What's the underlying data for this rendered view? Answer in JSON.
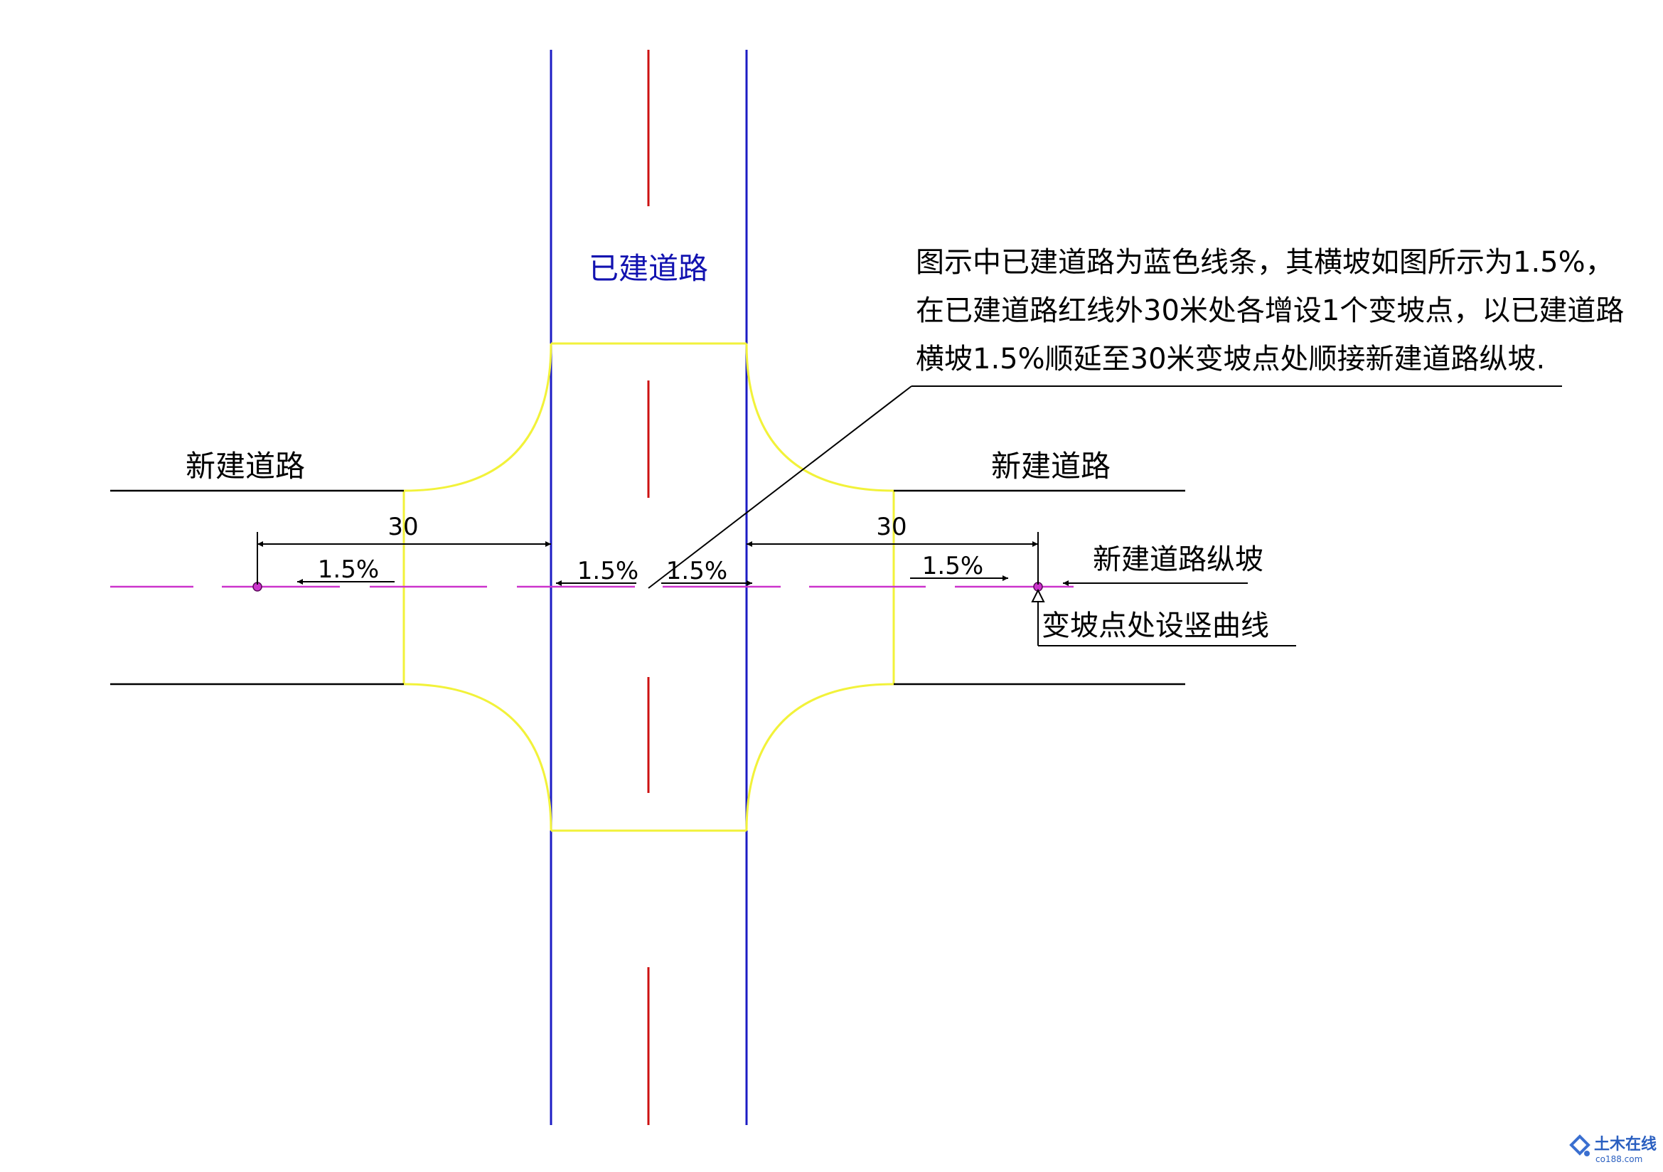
{
  "colors": {
    "existing_road_edge": "#1c1cc4",
    "existing_road_center": "#cc1111",
    "intersection_outline": "#f2f23a",
    "new_road_edge": "#000000",
    "new_road_center": "#cc33cc",
    "grade_point": "#cc33cc",
    "text": "#000000",
    "existing_road_label": "#1212b0"
  },
  "labels": {
    "existing_road": "已建道路",
    "new_road_left": "新建道路",
    "new_road_right": "新建道路",
    "longitudinal_slope": "新建道路纵坡",
    "vertical_curve": "变坡点处设竖曲线"
  },
  "note": {
    "line1": "图示中已建道路为蓝色线条，其横坡如图所示为1.5%，",
    "line2": "在已建道路红线外30米处各增设1个变坡点，以已建道路",
    "line3": "横坡1.5%顺延至30米变坡点处顺接新建道路纵坡."
  },
  "dimensions": {
    "left_distance": "30",
    "right_distance": "30"
  },
  "slopes": {
    "left_outer": "1.5%",
    "center_left": "1.5%",
    "center_right": "1.5%",
    "right_outer": "1.5%"
  },
  "watermark": {
    "brand": "土木在线",
    "domain": "co188.com"
  }
}
